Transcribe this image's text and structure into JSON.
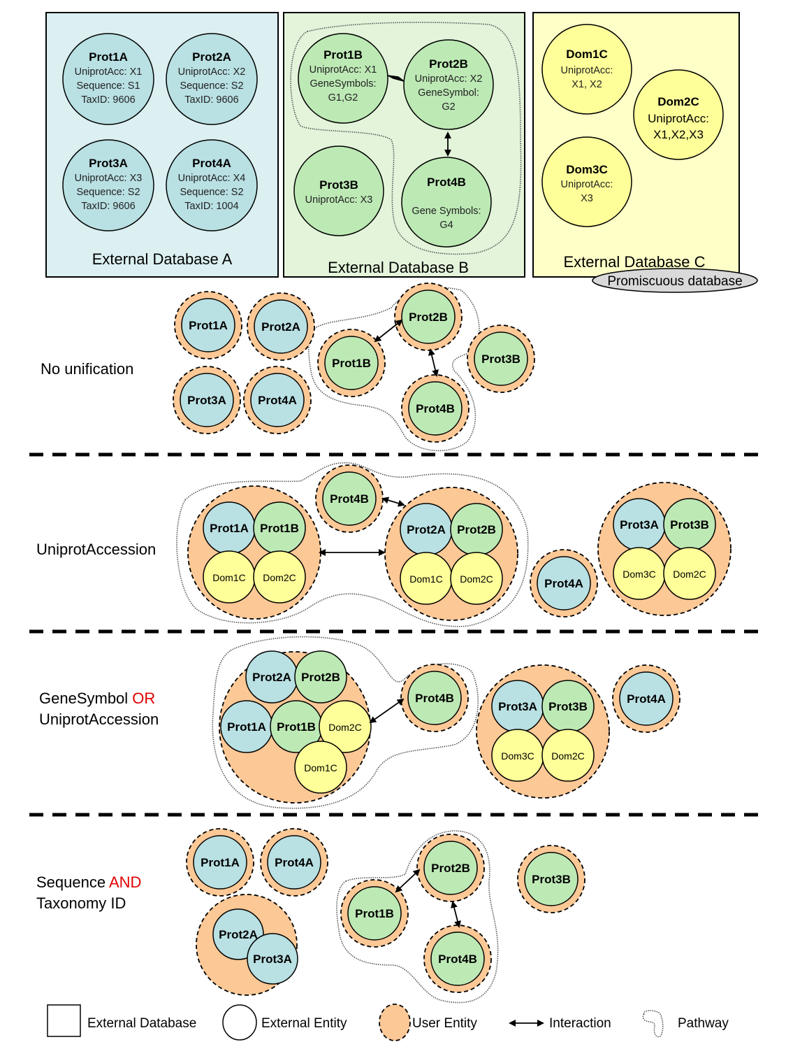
{
  "colors": {
    "db_a_bg": "#dcf0f2",
    "db_b_bg": "#e3f4da",
    "db_c_bg": "#ffffc8",
    "entity_a": "#b9e0e3",
    "entity_b": "#bde9b5",
    "entity_c": "#ffff99",
    "user_entity": "#fcc896",
    "promiscuous_badge": "#d9d9d9",
    "emphasis_red": "#e00000"
  },
  "databases": {
    "a": {
      "title": "External Database A",
      "entities": [
        {
          "name": "Prot1A",
          "attrs": [
            "UniprotAcc: X1",
            "Sequence: S1",
            "TaxID: 9606"
          ]
        },
        {
          "name": "Prot2A",
          "attrs": [
            "UniprotAcc: X2",
            "Sequence: S2",
            "TaxID: 9606"
          ]
        },
        {
          "name": "Prot3A",
          "attrs": [
            "UniprotAcc: X3",
            "Sequence: S2",
            "TaxID: 9606"
          ]
        },
        {
          "name": "Prot4A",
          "attrs": [
            "UniprotAcc: X4",
            "Sequence: S2",
            "TaxID: 1004"
          ]
        }
      ]
    },
    "b": {
      "title": "External Database B",
      "entities": [
        {
          "name": "Prot1B",
          "attrs": [
            "UniprotAcc: X1",
            "GeneSymbols:",
            "G1,G2"
          ]
        },
        {
          "name": "Prot2B",
          "attrs": [
            "UniprotAcc: X2",
            "GeneSymbol:",
            "G2"
          ]
        },
        {
          "name": "Prot3B",
          "attrs": [
            "UniprotAcc: X3"
          ]
        },
        {
          "name": "Prot4B",
          "attrs": [
            "",
            "Gene Symbols:",
            "G4"
          ]
        }
      ]
    },
    "c": {
      "title": "External Database C",
      "badge": "Promiscuous database",
      "entities": [
        {
          "name": "Dom1C",
          "attrs": [
            "UniprotAcc:",
            "X1, X2"
          ]
        },
        {
          "name": "Dom2C",
          "attrs": [
            "UniprotAcc:",
            "X1,X2,X3"
          ]
        },
        {
          "name": "Dom3C",
          "attrs": [
            "UniprotAcc:",
            "X3"
          ]
        }
      ]
    }
  },
  "rows": {
    "no_unification": {
      "label": [
        "No unification"
      ],
      "nodes": [
        "Prot1A",
        "Prot2A",
        "Prot3A",
        "Prot4A",
        "Prot1B",
        "Prot2B",
        "Prot4B",
        "Prot3B"
      ]
    },
    "uniprot": {
      "label": [
        "UniprotAccession"
      ],
      "groups": [
        {
          "members": [
            "Prot1A",
            "Prot1B",
            "Dom1C",
            "Dom2C"
          ]
        },
        {
          "members": [
            "Prot4B"
          ]
        },
        {
          "members": [
            "Prot2A",
            "Prot2B",
            "Dom1C",
            "Dom2C"
          ]
        },
        {
          "members": [
            "Prot4A"
          ]
        },
        {
          "members": [
            "Prot3A",
            "Prot3B",
            "Dom3C",
            "Dom2C"
          ]
        }
      ]
    },
    "genesymbol": {
      "label_line1": "GeneSymbol ",
      "label_op": "OR",
      "label_line2": "UniprotAccession",
      "groups": [
        {
          "members": [
            "Prot2A",
            "Prot2B",
            "Prot1A",
            "Prot1B",
            "Dom2C",
            "Dom1C"
          ]
        },
        {
          "members": [
            "Prot4B"
          ]
        },
        {
          "members": [
            "Prot3A",
            "Prot3B",
            "Dom3C",
            "Dom2C"
          ]
        },
        {
          "members": [
            "Prot4A"
          ]
        }
      ]
    },
    "sequence": {
      "label_line1": "Sequence ",
      "label_op": "AND",
      "label_line2": "Taxonomy ID",
      "groups": [
        {
          "members": [
            "Prot1A"
          ]
        },
        {
          "members": [
            "Prot4A"
          ]
        },
        {
          "members": [
            "Prot2A",
            "Prot3A"
          ]
        },
        {
          "members": [
            "Prot1B"
          ]
        },
        {
          "members": [
            "Prot2B"
          ]
        },
        {
          "members": [
            "Prot4B"
          ]
        },
        {
          "members": [
            "Prot3B"
          ]
        }
      ]
    }
  },
  "legend": {
    "external_database": "External Database",
    "external_entity": "External Entity",
    "user_entity": "User Entity",
    "interaction": "Interaction",
    "pathway": "Pathway"
  }
}
